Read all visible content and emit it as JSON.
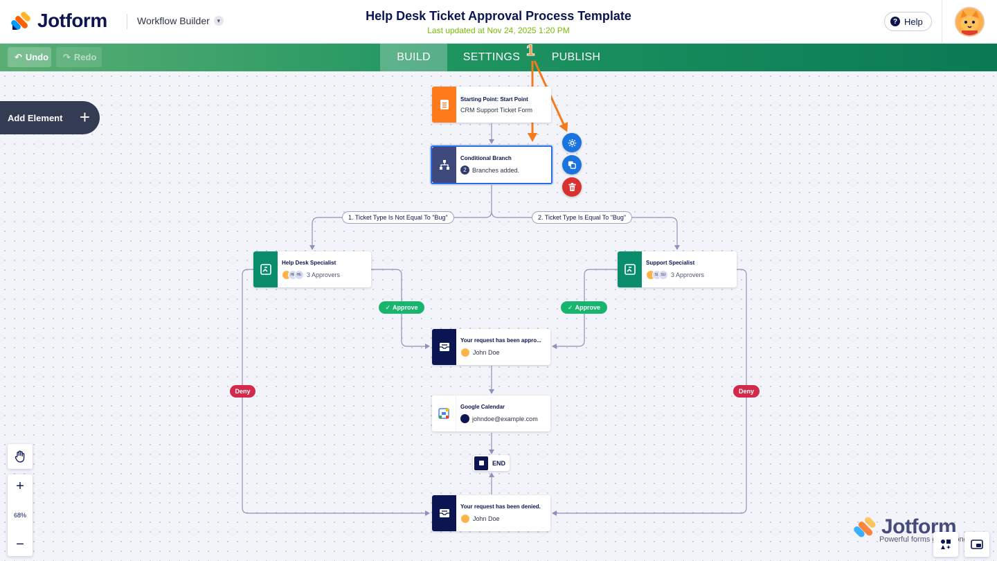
{
  "header": {
    "brand": "Jotform",
    "builder_label": "Workflow Builder",
    "title": "Help Desk Ticket Approval Process Template",
    "last_updated": "Last updated at Nov 24, 2025 1:20 PM",
    "help_label": "Help"
  },
  "toolbar": {
    "undo_label": "Undo",
    "redo_label": "Redo",
    "tabs": [
      {
        "label": "BUILD",
        "active": true
      },
      {
        "label": "SETTINGS",
        "active": false
      },
      {
        "label": "PUBLISH",
        "active": false
      }
    ]
  },
  "callout_number": "1",
  "sidebar": {
    "add_element_label": "Add Element"
  },
  "nodes": {
    "start": {
      "title": "Starting Point: Start Point",
      "subtitle": "CRM Support Ticket Form",
      "color": "#ff7b1c"
    },
    "branch": {
      "title": "Conditional Branch",
      "count": "2",
      "subtitle": "Branches added.",
      "color": "#3e4a7e"
    },
    "help_desk": {
      "title": "Help Desk Specialist",
      "initials": [
        "HE",
        "HE"
      ],
      "subtitle": "3 Approvers",
      "color": "#0a8d6a"
    },
    "support": {
      "title": "Support Specialist",
      "initials": [
        "SU",
        "SU"
      ],
      "subtitle": "3 Approvers",
      "color": "#0a8d6a"
    },
    "approved_email": {
      "title": "Your request has been appro...",
      "subtitle": "John Doe",
      "color": "#0a1551"
    },
    "calendar": {
      "title": "Google Calendar",
      "subtitle": "johndoe@example.com"
    },
    "denied_email": {
      "title": "Your request has been denied.",
      "subtitle": "John Doe",
      "color": "#0a1551"
    },
    "end": {
      "label": "END"
    }
  },
  "conditions": {
    "left": "1. Ticket Type Is Not Equal To \"Bug\"",
    "right": "2. Ticket Type Is Equal To \"Bug\""
  },
  "pills": {
    "approve": "Approve",
    "deny": "Deny"
  },
  "zoom": {
    "level": "68%"
  },
  "watermark": {
    "brand": "Jotform",
    "tagline": "Powerful forms get it done."
  },
  "colors": {
    "approve": "#18b56f",
    "deny": "#d3294b",
    "settings_action": "#1a74e0",
    "delete_action": "#d93030",
    "callout": "#f57a1b"
  }
}
